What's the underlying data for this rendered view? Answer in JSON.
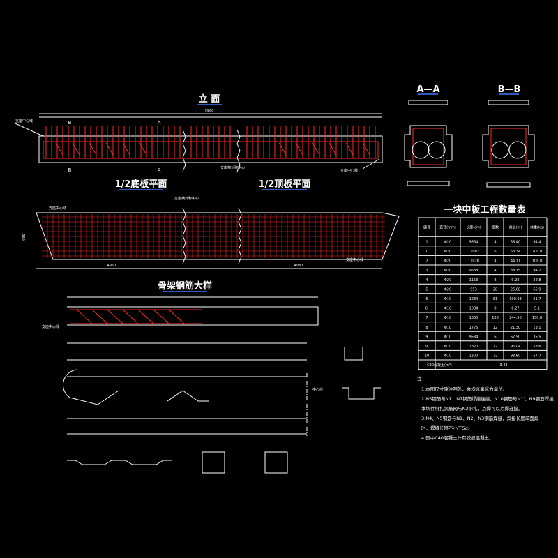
{
  "titles": {
    "elevation": "立  面",
    "section_aa": "A—A",
    "section_bb": "B—B",
    "bottom_plan": "1/2底板平面",
    "top_plan": "1/2顶板平面",
    "rebar_detail": "骨架钢筋大样",
    "table_title": "一块中板工程数量表"
  },
  "labels": {
    "support_centerline": "支座中心线",
    "joint_centerline": "支座横对称中心",
    "span_center": "中心线",
    "mark_a": "A",
    "mark_b": "B",
    "length_total": "9960",
    "length_left": "4950",
    "length_right": "4980",
    "width": "990"
  },
  "table": {
    "headers": [
      "编号",
      "直径(mm)",
      "长度(cm)",
      "根数",
      "共长(m)",
      "共重(kg)"
    ],
    "rows": [
      [
        "1",
        "Φ20",
        "9584",
        "4",
        "38.40",
        "94.4"
      ],
      [
        "1'",
        "Φ20",
        "11082",
        "6",
        "53.34",
        "200.0"
      ],
      [
        "2",
        "Φ20",
        "11028",
        "4",
        "44.11",
        "108.8"
      ],
      [
        "3",
        "Φ20",
        "9538",
        "4",
        "38.15",
        "94.2"
      ],
      [
        "4",
        "Φ20",
        "1153",
        "8",
        "9.22",
        "22.8"
      ],
      [
        "5",
        "Φ20",
        "953",
        "28",
        "26.68",
        "65.9"
      ],
      [
        "6",
        "Φ10",
        "1234",
        "81",
        "100.03",
        "61.7"
      ],
      [
        "6'",
        "Φ10",
        "1034",
        "8",
        "8.27",
        "5.1"
      ],
      [
        "7",
        "Φ10",
        "1300",
        "188",
        "244.50",
        "150.8"
      ],
      [
        "8",
        "Φ10",
        "1775",
        "12",
        "21.30",
        "13.1"
      ],
      [
        "9",
        "Φ10",
        "9584",
        "6",
        "57.50",
        "35.5"
      ],
      [
        "9'",
        "Φ10",
        "1320",
        "72",
        "95.04",
        "58.6"
      ],
      [
        "10",
        "Φ10",
        "1300",
        "72",
        "93.60",
        "57.7"
      ]
    ],
    "footer_label": "C30混凝土(m³)",
    "footer_value": "3.43"
  },
  "notes": {
    "heading": "注",
    "lines": [
      "1.本图尺寸除注明外，余均以毫米为单位。",
      "2.N5钢筋与N1、N7钢筋焊接连接，N10钢筋与N1'、N9钢筋焊接，",
      "  本块件绑扎钢筋网与N2绑扎，点焊可以点焊连接。",
      "3.N4、N5钢筋与N1、N2、N3钢筋焊接，焊接长度单面焊",
      "  时，焊缝长度不小于5d。",
      "4.图中C40混凝土计有铰缝混凝土。"
    ]
  },
  "colors": {
    "background": "#000000",
    "lines": "#ffffff",
    "rebar": "#ff2a2a",
    "title_underline": "#3a78ff"
  }
}
